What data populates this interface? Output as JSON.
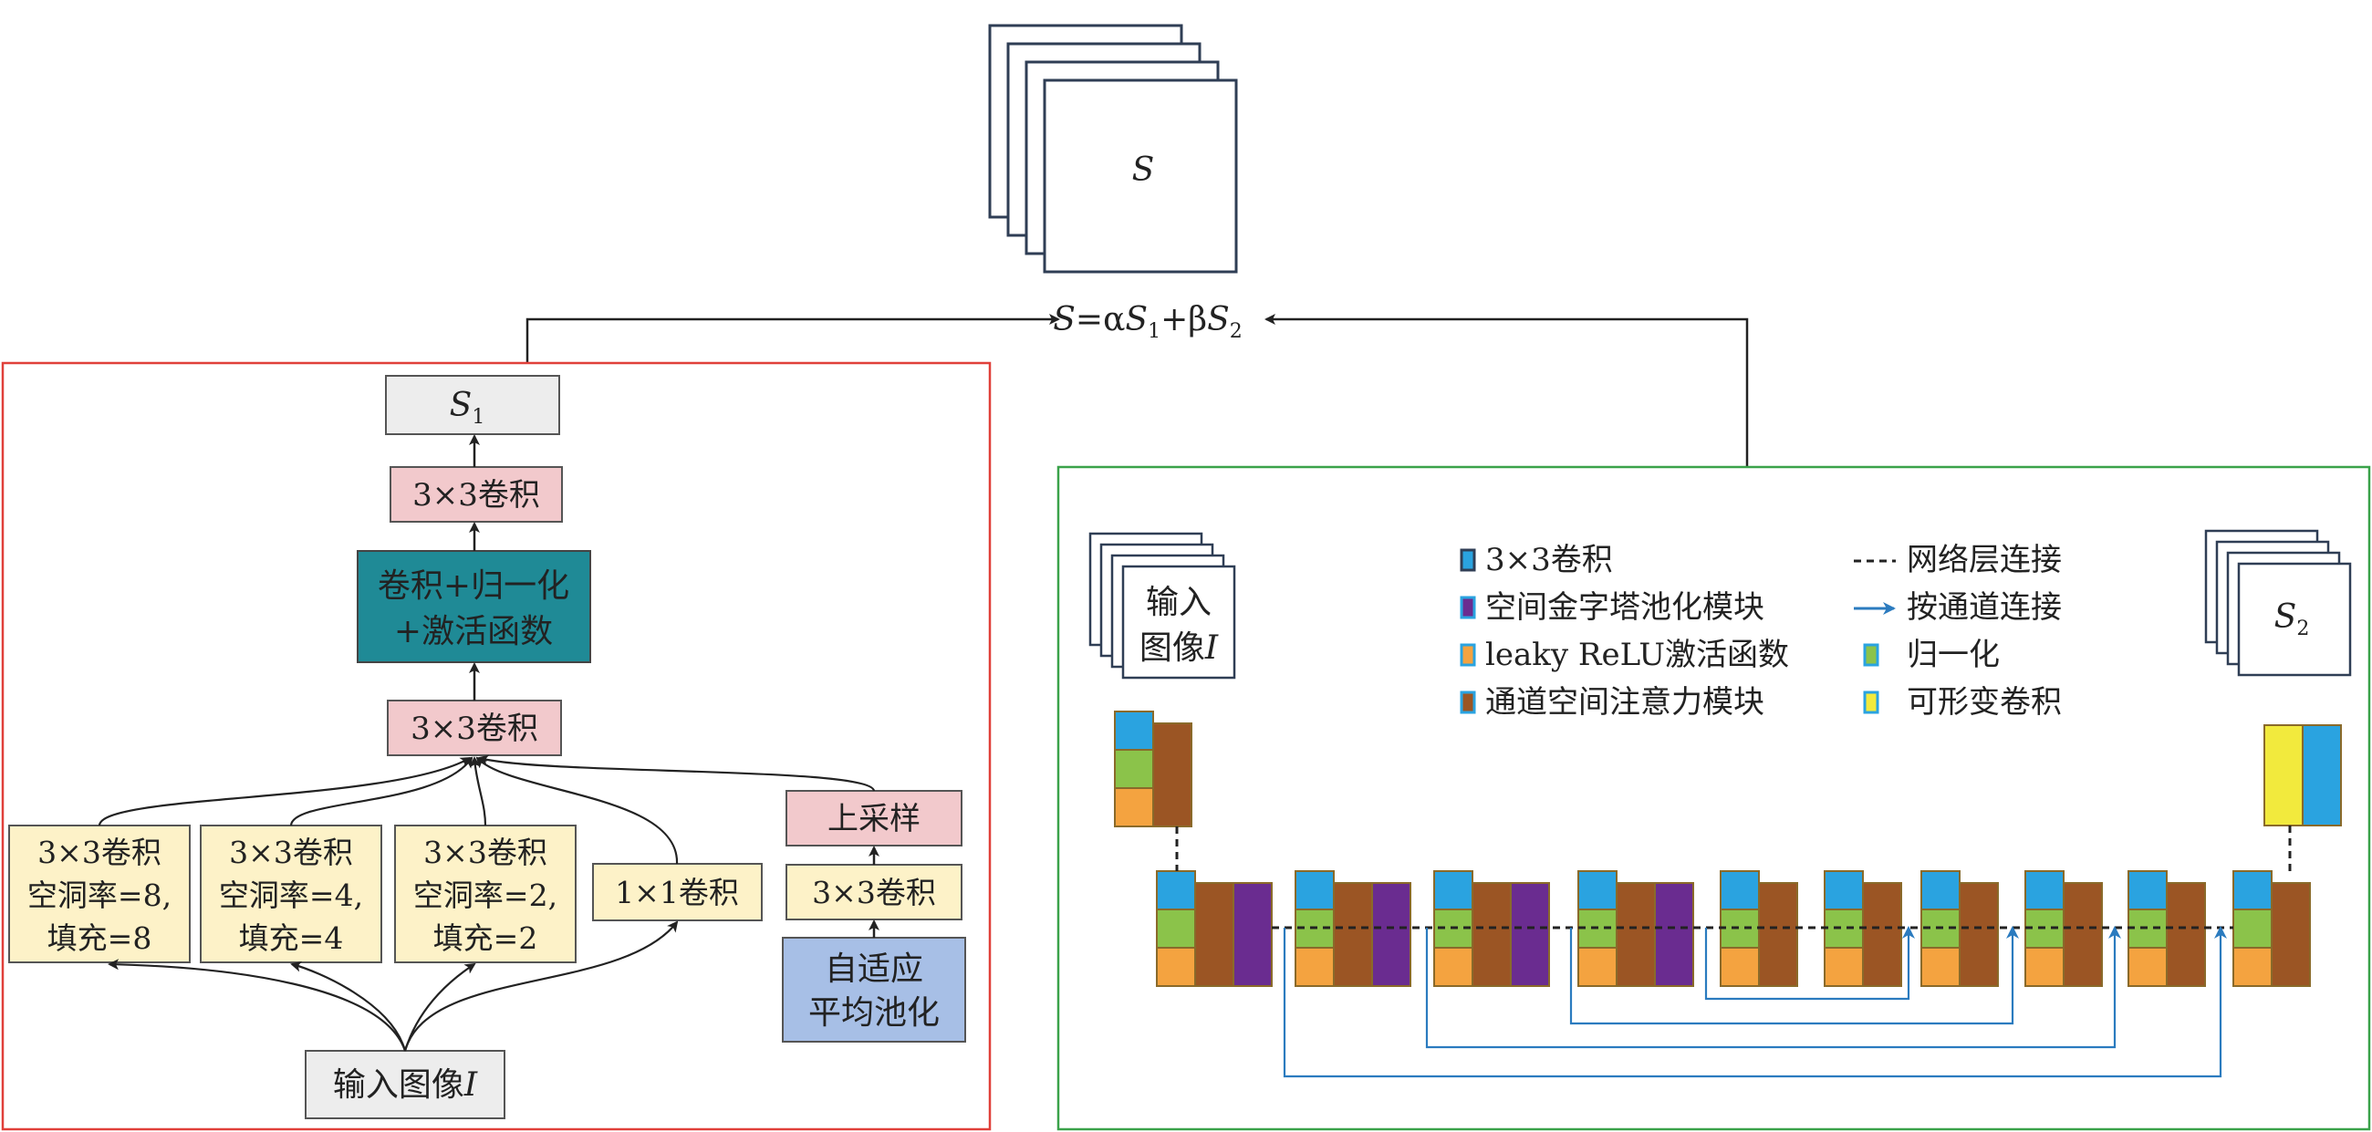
{
  "colors": {
    "red_frame": "#e0403a",
    "green_frame": "#3aa24a",
    "pink": "#f2c9cc",
    "teal": "#1f8a96",
    "cream": "#fdf2c8",
    "light_blue": "#a7bfe6",
    "gray_box": "#ededed",
    "conv_blue": "#2aa3e0",
    "norm_green": "#8bc34a",
    "leaky_orange": "#f4a340",
    "attention_brown": "#9b5524",
    "pyramid_purple": "#6a2c90",
    "deform_yellow": "#f2ea3d",
    "skip_line": "#2b7bbf"
  },
  "top": {
    "output_label": "S",
    "formula": {
      "s": "S",
      "eq_alpha": "=α",
      "s1": "S",
      "sub1": "1",
      "plus_beta": "+β",
      "s2": "S",
      "sub2": "2"
    }
  },
  "left_panel": {
    "s1_label": "S",
    "s1_sub": "1",
    "conv3x3_top": "3×3卷积",
    "conv_bn_act": [
      "卷积+归一化",
      "+激活函数"
    ],
    "conv3x3_mid": "3×3卷积",
    "dil8": [
      "3×3卷积",
      "空洞率=8,",
      "填充=8"
    ],
    "dil4": [
      "3×3卷积",
      "空洞率=4,",
      "填充=4"
    ],
    "dil2": [
      "3×3卷积",
      "空洞率=2,",
      "填充=2"
    ],
    "conv1x1": "1×1卷积",
    "upsample": "上采样",
    "conv3x3_pool": "3×3卷积",
    "adaptive_pool": [
      "自适应",
      "平均池化"
    ],
    "input_label": "输入图像",
    "input_var": "I"
  },
  "right_panel": {
    "input_label": "输入",
    "input_label2": "图像",
    "input_var": "I",
    "output_label": "S",
    "output_sub": "2",
    "legend": {
      "conv3x3": "3×3卷积",
      "pyramid": "空间金字塔池化模块",
      "leaky": "leaky ReLU激活函数",
      "attention": "通道空间注意力模块",
      "layer_link": "网络层连接",
      "channel_concat": "按通道连接",
      "norm": "归一化",
      "deform": "可形变卷积"
    }
  }
}
